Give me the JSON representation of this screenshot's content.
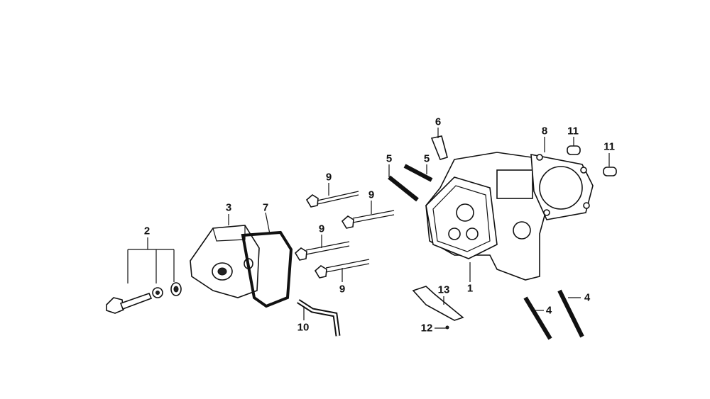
{
  "diagram": {
    "type": "exploded parts diagram",
    "callouts": [
      {
        "id": "c6",
        "text": "6"
      },
      {
        "id": "c8",
        "text": "8"
      },
      {
        "id": "c11a",
        "text": "11"
      },
      {
        "id": "c11b",
        "text": "11"
      },
      {
        "id": "c5a",
        "text": "5"
      },
      {
        "id": "c5b",
        "text": "5"
      },
      {
        "id": "c9a",
        "text": "9"
      },
      {
        "id": "c9b",
        "text": "9"
      },
      {
        "id": "c9c",
        "text": "9"
      },
      {
        "id": "c9d",
        "text": "9"
      },
      {
        "id": "c3",
        "text": "3"
      },
      {
        "id": "c7",
        "text": "7"
      },
      {
        "id": "c2",
        "text": "2"
      },
      {
        "id": "c1",
        "text": "1"
      },
      {
        "id": "c13",
        "text": "13"
      },
      {
        "id": "c4a",
        "text": "4"
      },
      {
        "id": "c4b",
        "text": "4"
      },
      {
        "id": "c10",
        "text": "10"
      },
      {
        "id": "c12",
        "text": "12"
      }
    ]
  }
}
